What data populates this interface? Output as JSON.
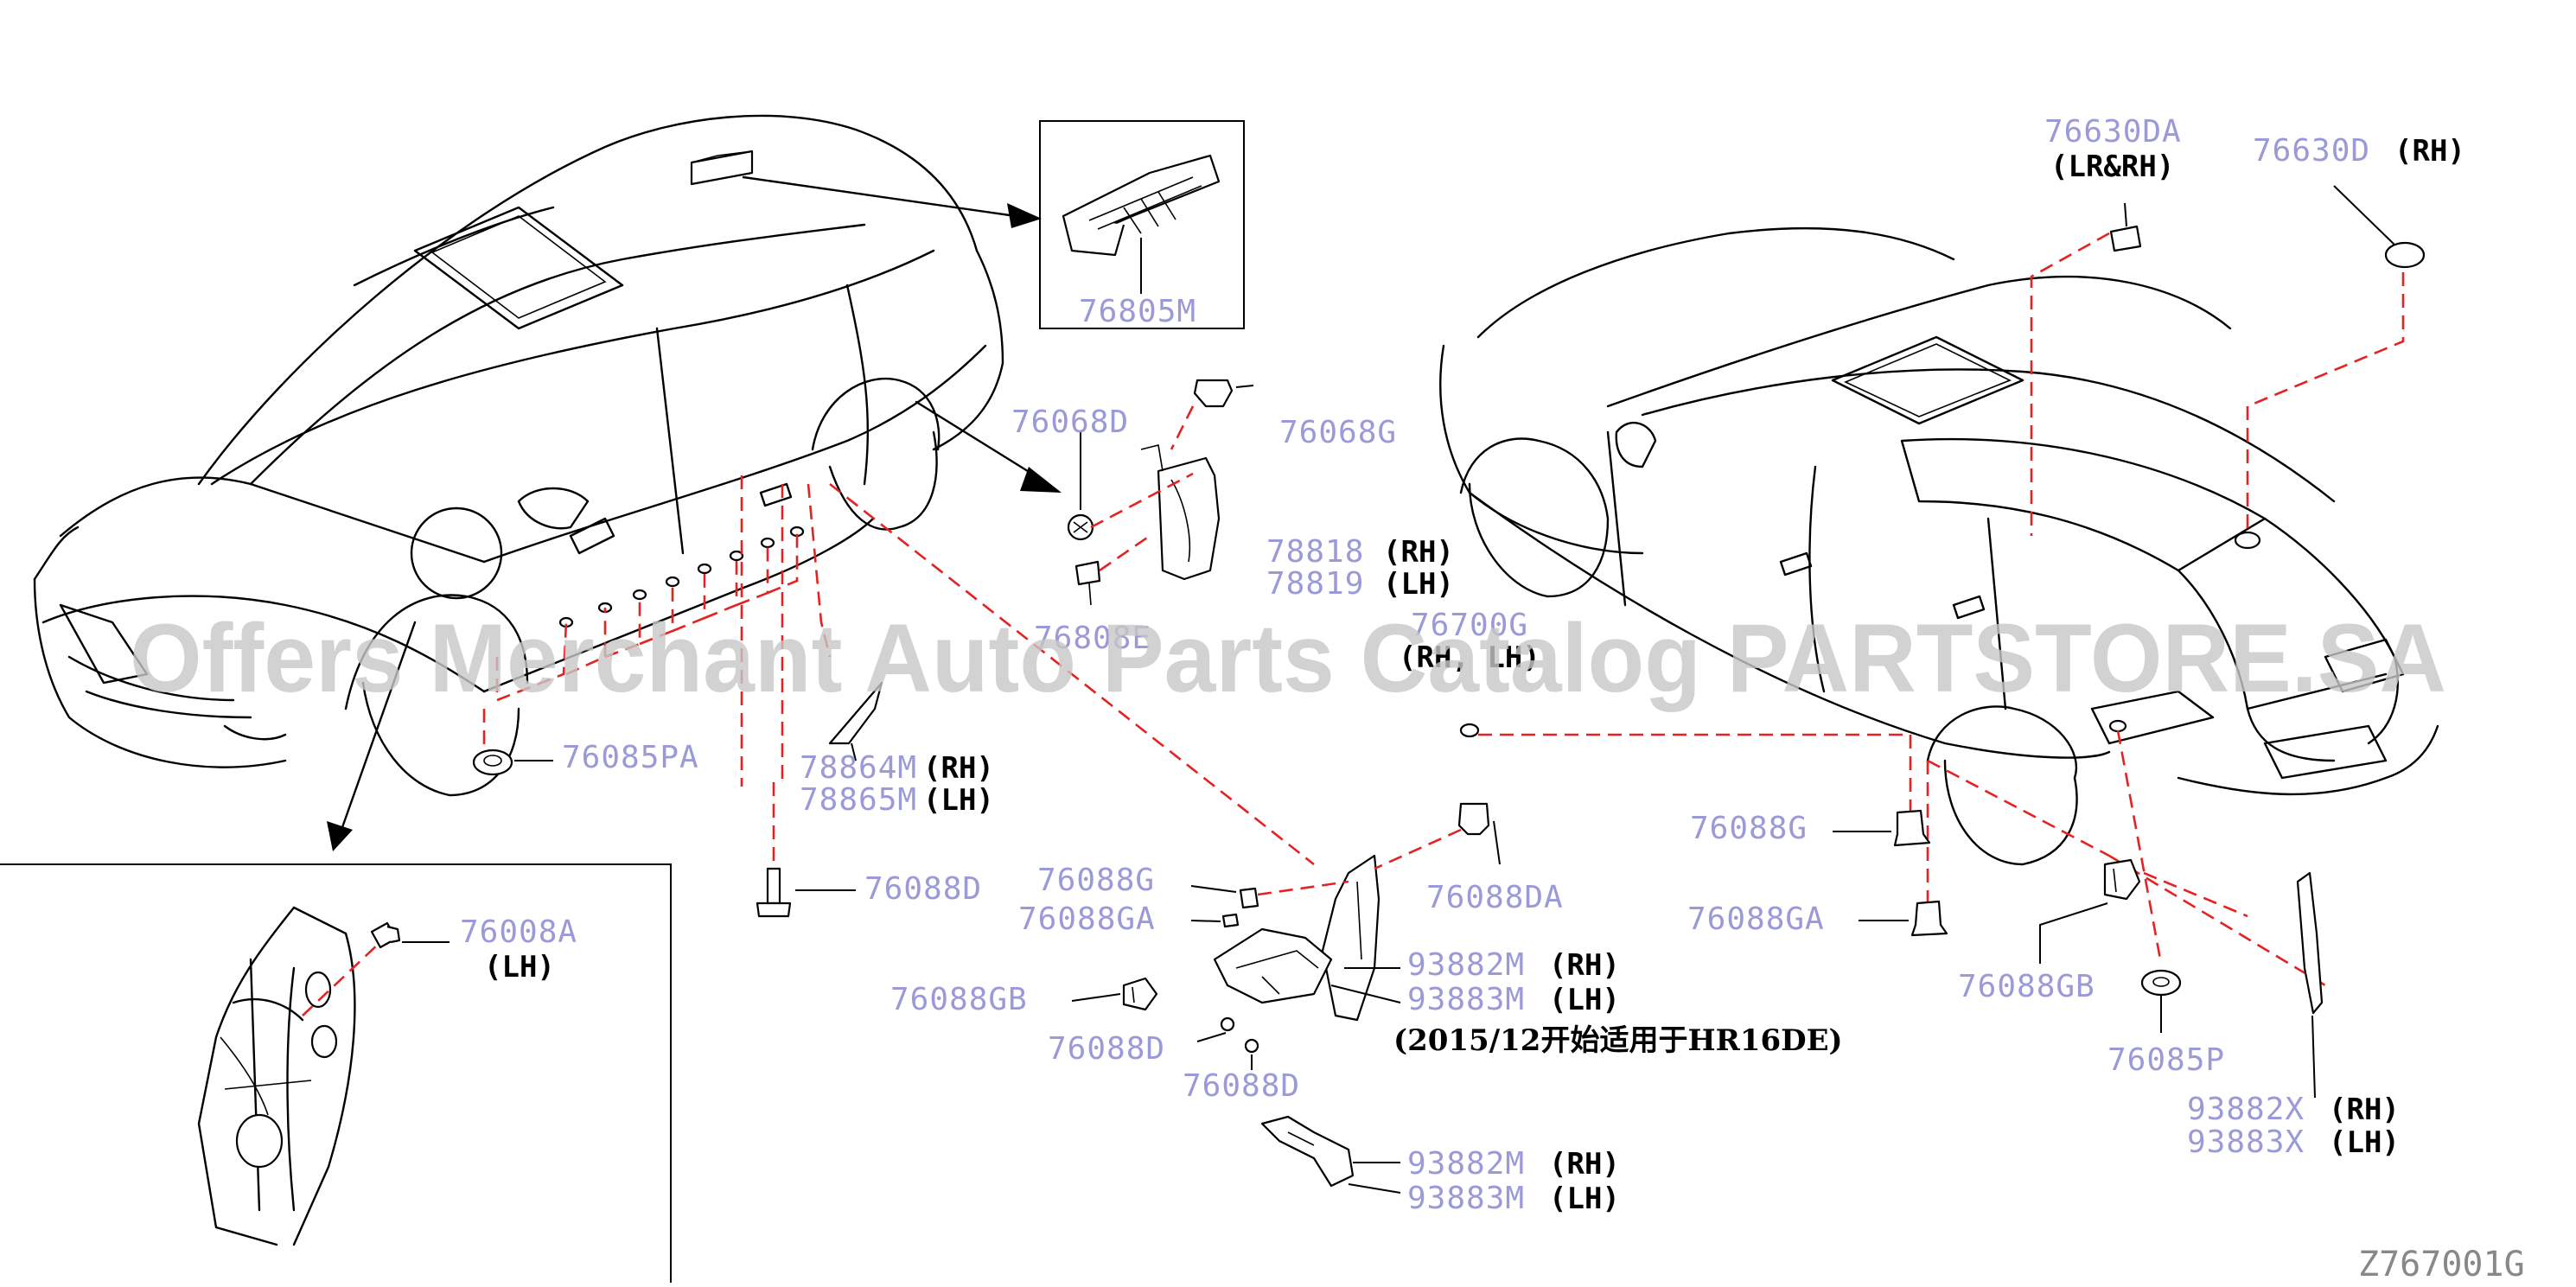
{
  "labels": {
    "p76805M": "76805M",
    "p76630DA": "76630DA",
    "t_lrrh": "(LR&RH)",
    "p76630D": "76630D",
    "t_rh_a": "(RH)",
    "p76068D": "76068D",
    "p76068G": "76068G",
    "p78818": "78818",
    "t_rh_b": "(RH)",
    "p78819": "78819",
    "t_lh_b": "(LH)",
    "p76808E": "76808E",
    "p76700G": "76700G",
    "t_rhlh": "(RH, LH)",
    "p76085PA": "76085PA",
    "p78864M": "78864M",
    "t_rh_c": "(RH)",
    "p78865M": "78865M",
    "t_lh_c": "(LH)",
    "p76088D_a": "76088D",
    "p76088G_a": "76088G",
    "p76088GA_a": "76088GA",
    "p76088DA": "76088DA",
    "p93882M_a": "93882M",
    "t_rh_d": "(RH)",
    "p93883M_a": "93883M",
    "t_lh_d": "(LH)",
    "p76088GB_a": "76088GB",
    "p76088D_b": "76088D",
    "p76088D_c": "76088D",
    "note": "(2015/12开始适用于HR16DE)",
    "p93882M_b": "93882M",
    "t_rh_e": "(RH)",
    "p93883M_b": "93883M",
    "t_lh_e": "(LH)",
    "p76008A": "76008A",
    "t_lh_f": "(LH)",
    "p76088G_b": "76088G",
    "p76088GA_b": "76088GA",
    "p76088GB_b": "76088GB",
    "p76085P": "76085P",
    "p93882X": "93882X",
    "t_rh_g": "(RH)",
    "p93883X": "93883X",
    "t_lh_g": "(LH)",
    "diagram_code": "Z767001G"
  },
  "watermark": "Offers Merchant Auto Parts Catalog PARTSTORE.SA",
  "colors": {
    "part_number": "#9a9ad8",
    "leader_dashed": "#e52222",
    "line": "#000000",
    "watermark": "#c8c8c8"
  }
}
